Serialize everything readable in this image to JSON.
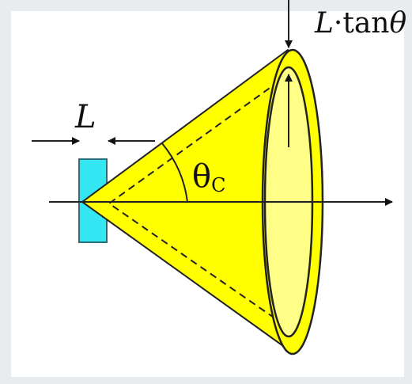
{
  "labels": {
    "L": "L",
    "lt_L": "L",
    "lt_rest": "·tan",
    "lt_theta": "θ",
    "theta": "θ",
    "theta_sub": "C"
  },
  "colors": {
    "background": "#e9ecee",
    "panel": "#ffffff",
    "cone": "#ffff00",
    "cone_inner": "#ffff88",
    "detector": "#33e6f2",
    "line": "#111111"
  }
}
